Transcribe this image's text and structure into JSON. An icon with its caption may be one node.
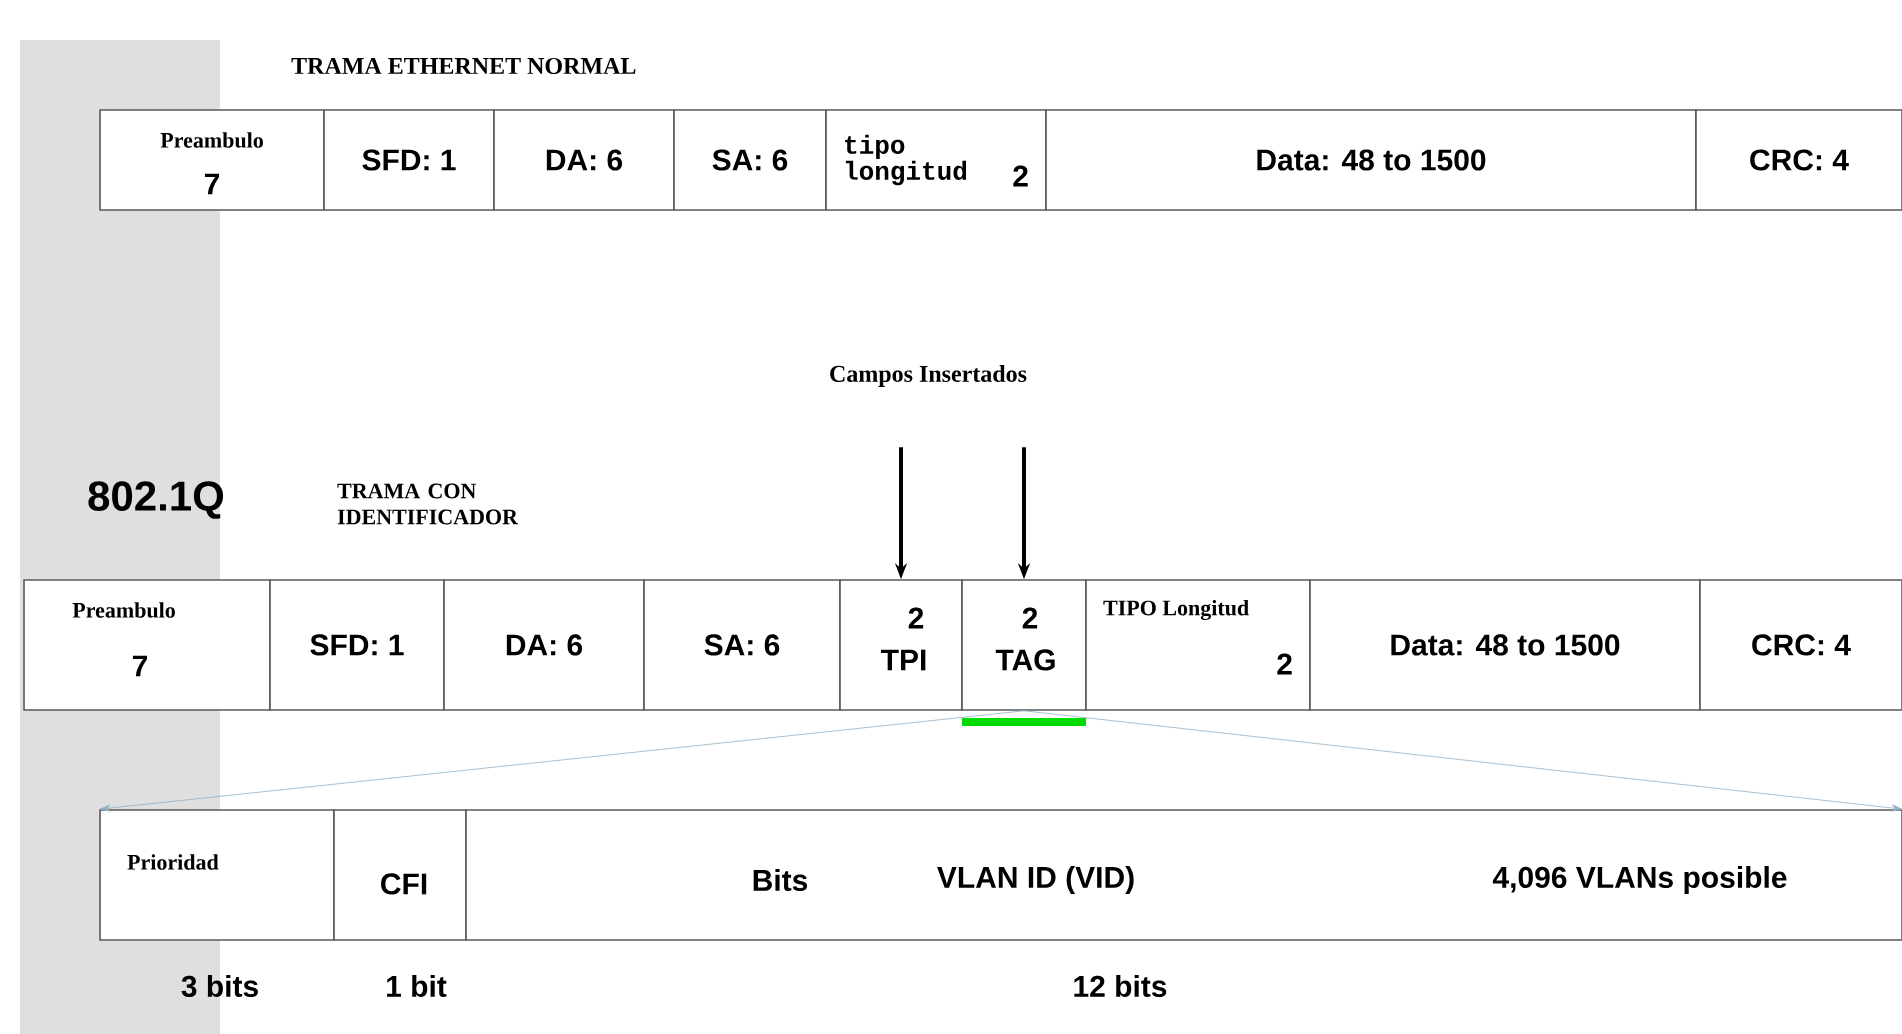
{
  "diagram": {
    "nodes": [
      {
        "text": [
          "Preambulo",
          "7"
        ]
      },
      {
        "text": [
          "SFD: 1"
        ]
      },
      {
        "text": [
          "DA: 6"
        ]
      },
      {
        "text": [
          "SA: 6"
        ]
      },
      {
        "text": [
          "tipo longitud",
          "2"
        ]
      },
      {
        "text": [
          "Data: 48 to 1500"
        ]
      },
      {
        "text": [
          "CRC: 4"
        ]
      },
      {
        "text": [
          "Campos Insertados"
        ]
      },
      {
        "text": [
          "Preambulo",
          "7"
        ]
      },
      {
        "text": [
          "SFD: 1"
        ]
      },
      {
        "text": [
          "DA: 6"
        ]
      },
      {
        "text": [
          "SA: 6"
        ]
      },
      {
        "text": [
          "2",
          "TPI"
        ]
      },
      {
        "text": [
          "2",
          "TAG"
        ]
      },
      {
        "text": [
          "TIPO Longitud",
          "2"
        ]
      },
      {
        "text": [
          "Data: 48 to 1500"
        ]
      },
      {
        "text": [
          "CRC: 4"
        ]
      },
      {
        "text": [
          "Prioridad"
        ]
      },
      {
        "text": [
          "CFI"
        ]
      },
      {
        "text": [
          "Bits",
          "VLAN ID (VID)",
          "4,096 VLANs posible"
        ]
      }
    ],
    "edges": [
      {
        "from": 7,
        "to": 12,
        "arrow": "to",
        "style": "thick"
      },
      {
        "from": 7,
        "to": 13,
        "arrow": "to",
        "style": "thick"
      },
      {
        "from": 13,
        "to": 17,
        "arrow": "to",
        "color": "#8fb0c8"
      },
      {
        "from": 13,
        "to": 19,
        "arrow": "to",
        "color": "#8fb0c8"
      }
    ],
    "labels": [
      "TRAMA ETHERNET NORMAL",
      "802.1Q",
      "TRAMA CON IDENTIFICADOR",
      "3 bits",
      "1 bit",
      "12 bits"
    ]
  }
}
